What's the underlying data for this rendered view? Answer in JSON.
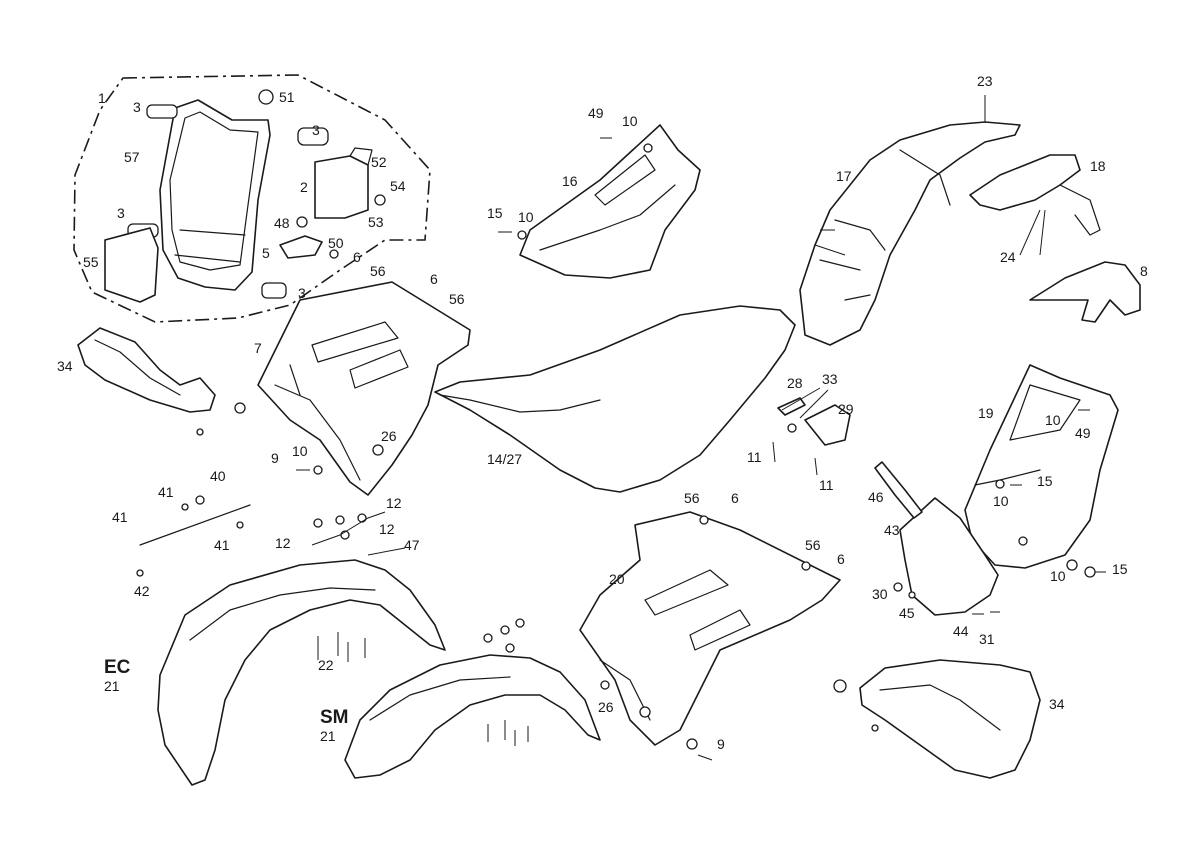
{
  "variants": [
    {
      "code": "EC",
      "part": "21"
    },
    {
      "code": "SM",
      "part": "21"
    }
  ],
  "labels": [
    "1",
    "2",
    "3",
    "3",
    "3",
    "3",
    "5",
    "6",
    "6",
    "6",
    "6",
    "7",
    "8",
    "9",
    "9",
    "10",
    "10",
    "10",
    "10",
    "10",
    "10",
    "11",
    "11",
    "12",
    "12",
    "12",
    "14/27",
    "15",
    "15",
    "15",
    "16",
    "17",
    "18",
    "19",
    "20",
    "22",
    "23",
    "24",
    "26",
    "26",
    "28",
    "29",
    "30",
    "31",
    "33",
    "34",
    "34",
    "40",
    "41",
    "41",
    "41",
    "42",
    "43",
    "44",
    "45",
    "46",
    "47",
    "48",
    "49",
    "49",
    "50",
    "51",
    "52",
    "53",
    "54",
    "55",
    "56",
    "56",
    "56",
    "56",
    "57"
  ]
}
